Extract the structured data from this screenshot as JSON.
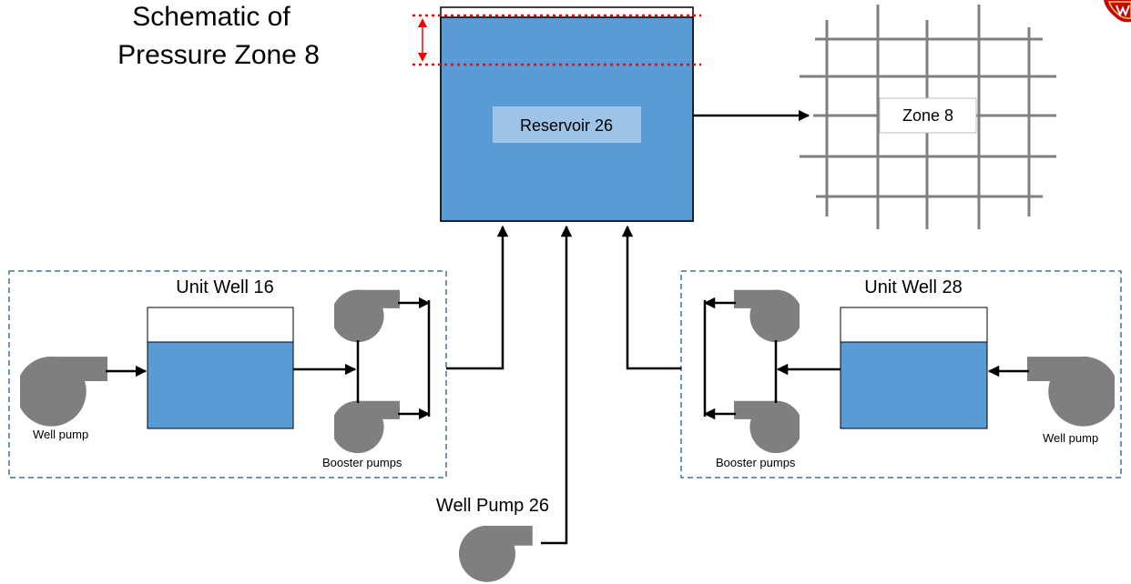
{
  "title": {
    "line1": "Schematic of",
    "line2": "Pressure Zone 8"
  },
  "reservoir": {
    "label": "Reservoir 26"
  },
  "zone": {
    "label": "Zone 8"
  },
  "unit_well_16": {
    "title": "Unit Well 16",
    "well_pump_label": "Well pump",
    "booster_label": "Booster pumps"
  },
  "unit_well_28": {
    "title": "Unit Well 28",
    "well_pump_label": "Well pump",
    "booster_label": "Booster pumps"
  },
  "well_pump_26": {
    "label": "Well Pump 26"
  },
  "colors": {
    "water": "#5b9bd5",
    "pump": "#7f7f7f",
    "grid": "#808080",
    "dashed_border": "#41719c",
    "level_marker": "#ff0000",
    "logo": "#c5050c"
  },
  "icons": [
    "pump-icon",
    "logo-icon",
    "arrow-icon"
  ]
}
